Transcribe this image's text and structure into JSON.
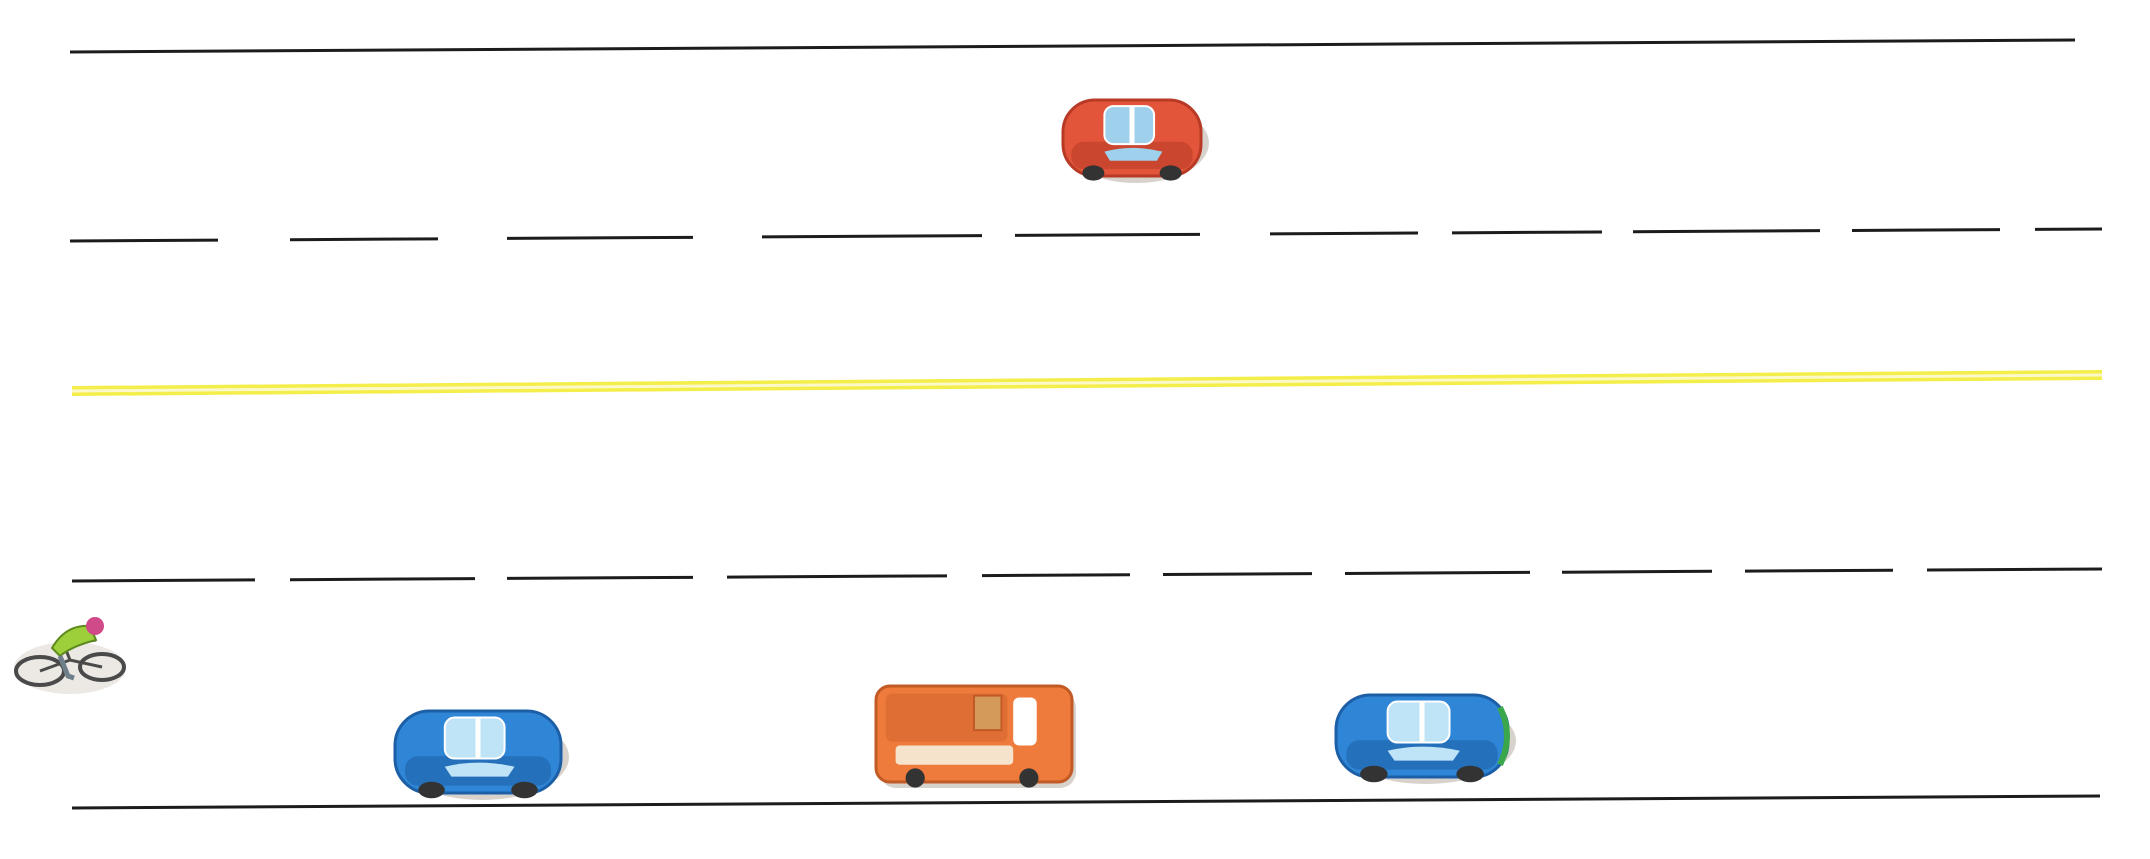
{
  "scene": {
    "background": "#ffffff",
    "road_edge_color": "#1c1c1c",
    "lane_dash_color": "#1c1c1c",
    "center_line_color": "#f4ee4a",
    "center_line_inner_color": "#fbf8c9"
  },
  "vehicles": [
    {
      "kind": "car",
      "name": "red-car",
      "body": "#e2553a",
      "shade": "#b83a25",
      "window": "#9fd0ec",
      "facing": "right"
    },
    {
      "kind": "car",
      "name": "blue-car",
      "body": "#2f86d6",
      "shade": "#1d5fa6",
      "window": "#bfe3f7",
      "facing": "right"
    },
    {
      "kind": "van",
      "name": "orange-van",
      "body": "#ee7a3c",
      "shade": "#c25a25",
      "window": "#f6e3cc",
      "facing": "right"
    },
    {
      "kind": "car",
      "name": "blue-car",
      "body": "#2f86d6",
      "shade": "#1d5fa6",
      "window": "#bfe3f7",
      "facing": "right",
      "accent": "#3aa84a"
    }
  ],
  "cyclist": {
    "name": "cyclist",
    "jersey": "#9ccf3a",
    "helmet": "#d04a8a",
    "bike": "#4a4a4a"
  }
}
